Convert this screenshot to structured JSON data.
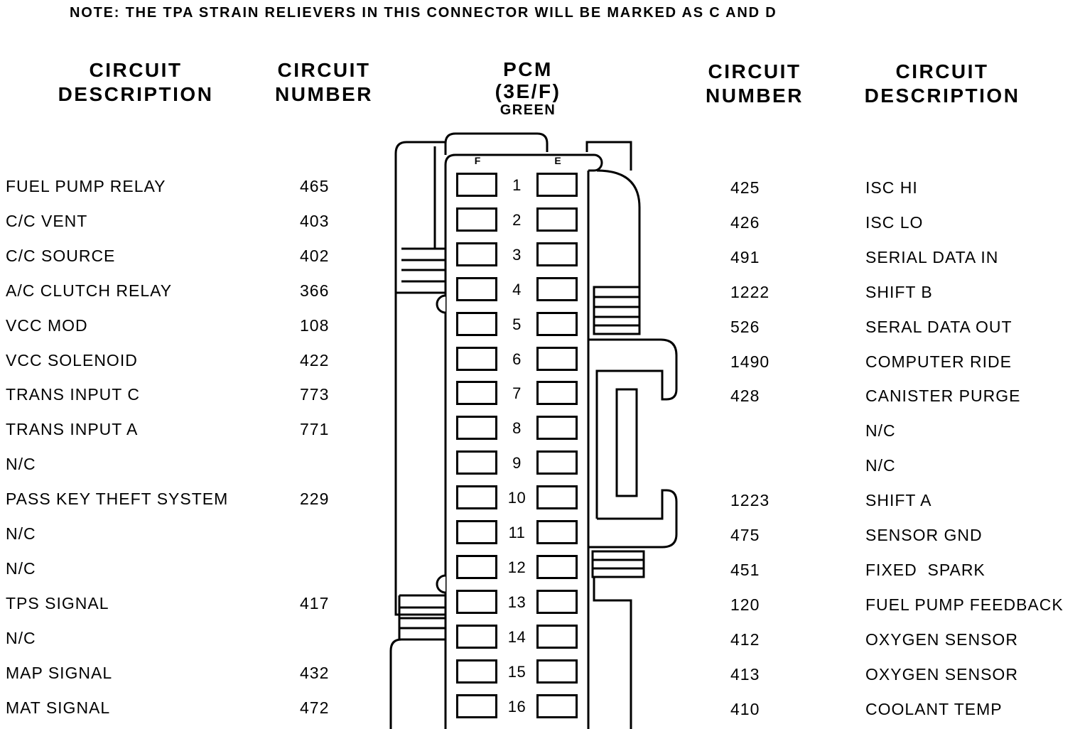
{
  "note": "NOTE: THE TPA STRAIN RELIEVERS IN THIS CONNECTOR WILL BE MARKED AS C AND D",
  "headers": {
    "left_description": [
      "CIRCUIT",
      "DESCRIPTION"
    ],
    "left_number": [
      "CIRCUIT",
      "NUMBER"
    ],
    "connector": [
      "PCM",
      "(3E/F)",
      "GREEN"
    ],
    "right_number": [
      "CIRCUIT",
      "NUMBER"
    ],
    "right_description": [
      "CIRCUIT",
      "DESCRIPTION"
    ]
  },
  "connector_columns": {
    "left": "F",
    "right": "E"
  },
  "pins": [
    {
      "pin": "1",
      "f": {
        "description": "FUEL PUMP RELAY",
        "number": "465"
      },
      "e": {
        "number": "425",
        "description": "ISC HI"
      }
    },
    {
      "pin": "2",
      "f": {
        "description": "C/C VENT",
        "number": "403"
      },
      "e": {
        "number": "426",
        "description": "ISC LO"
      }
    },
    {
      "pin": "3",
      "f": {
        "description": "C/C SOURCE",
        "number": "402"
      },
      "e": {
        "number": "491",
        "description": "SERIAL DATA IN"
      }
    },
    {
      "pin": "4",
      "f": {
        "description": "A/C CLUTCH RELAY",
        "number": "366"
      },
      "e": {
        "number": "1222",
        "description": "SHIFT B"
      }
    },
    {
      "pin": "5",
      "f": {
        "description": "VCC MOD",
        "number": "108"
      },
      "e": {
        "number": "526",
        "description": "SERAL DATA OUT"
      }
    },
    {
      "pin": "6",
      "f": {
        "description": "VCC SOLENOID",
        "number": "422"
      },
      "e": {
        "number": "1490",
        "description": "COMPUTER RIDE"
      }
    },
    {
      "pin": "7",
      "f": {
        "description": "TRANS INPUT C",
        "number": "773"
      },
      "e": {
        "number": "428",
        "description": "CANISTER PURGE"
      }
    },
    {
      "pin": "8",
      "f": {
        "description": "TRANS INPUT A",
        "number": "771"
      },
      "e": {
        "description": "N/C"
      }
    },
    {
      "pin": "9",
      "f": {
        "description": "N/C"
      },
      "e": {
        "description": "N/C"
      }
    },
    {
      "pin": "10",
      "f": {
        "description": "PASS KEY THEFT SYSTEM",
        "number": "229"
      },
      "e": {
        "number": "1223",
        "description": "SHIFT A"
      }
    },
    {
      "pin": "11",
      "f": {
        "description": "N/C"
      },
      "e": {
        "number": "475",
        "description": "SENSOR GND"
      }
    },
    {
      "pin": "12",
      "f": {
        "description": "N/C"
      },
      "e": {
        "number": "451",
        "description": "FIXED  SPARK"
      }
    },
    {
      "pin": "13",
      "f": {
        "description": "TPS SIGNAL",
        "number": "417"
      },
      "e": {
        "number": "120",
        "description": "FUEL PUMP FEEDBACK"
      }
    },
    {
      "pin": "14",
      "f": {
        "description": "N/C"
      },
      "e": {
        "number": "412",
        "description": "OXYGEN SENSOR"
      }
    },
    {
      "pin": "15",
      "f": {
        "description": "MAP SIGNAL",
        "number": "432"
      },
      "e": {
        "number": "413",
        "description": "OXYGEN SENSOR"
      }
    },
    {
      "pin": "16",
      "f": {
        "description": "MAT SIGNAL",
        "number": "472"
      },
      "e": {
        "number": "410",
        "description": "COOLANT TEMP"
      }
    }
  ]
}
